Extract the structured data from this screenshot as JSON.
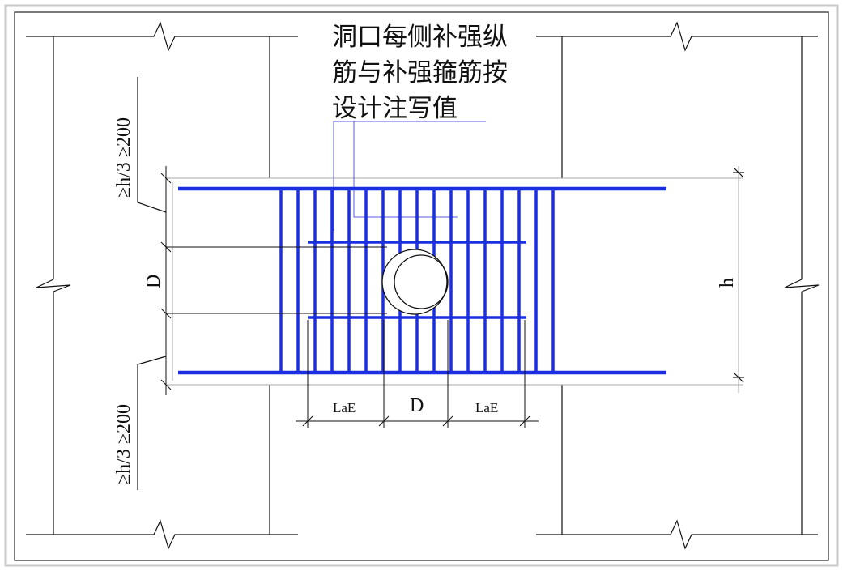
{
  "note_lines": [
    "洞口每侧补强纵",
    "筋与补强箍筋按",
    "设计注写值"
  ],
  "labels": {
    "top_cover": "≥h/3 ≥200",
    "bottom_cover": "≥h/3 ≥200",
    "opening_height": "D",
    "beam_height": "h",
    "anchor_left": "LaE",
    "opening_width": "D",
    "anchor_right": "LaE"
  },
  "colors": {
    "rebar": "#1a2fe0",
    "line": "#111111",
    "dim": "#999999",
    "leader": "#5a5ae0"
  }
}
